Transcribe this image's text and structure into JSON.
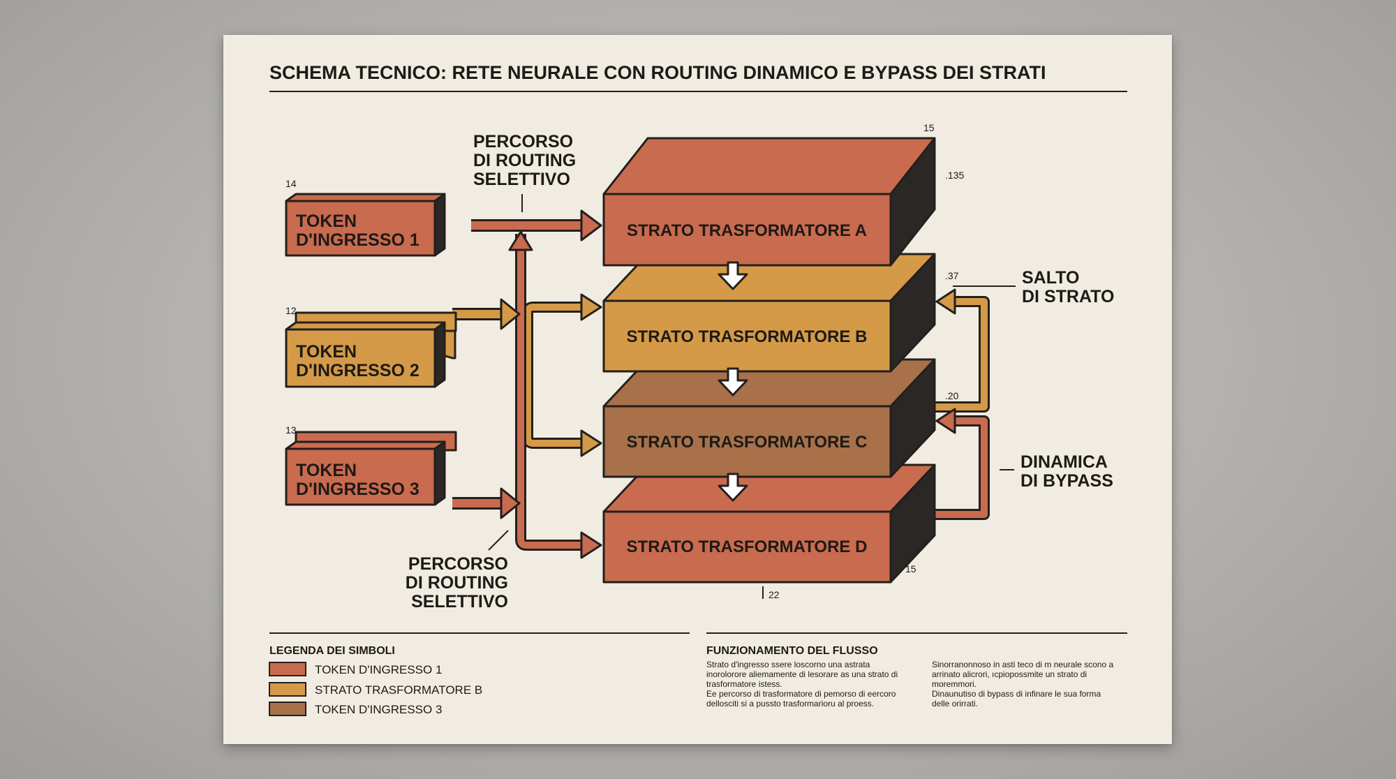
{
  "title": "SCHEMA TECNICO: RETE NEURALE CON ROUTING DINAMICO E BYPASS DEI STRATI",
  "colors": {
    "terracotta": "#c96b4f",
    "ochre": "#d59a47",
    "brown": "#a8714a",
    "dark": "#231f1c",
    "paper": "#f1ece2"
  },
  "tokens": [
    {
      "label_line1": "TOKEN",
      "label_line2": "D'INGRESSO 1",
      "number": "14"
    },
    {
      "label_line1": "TOKEN",
      "label_line2": "D'INGRESSO 2",
      "number": "12"
    },
    {
      "label_line1": "TOKEN",
      "label_line2": "D'INGRESSO 3",
      "number": "13"
    }
  ],
  "layers": [
    {
      "label": "STRATO TRASFORMATORE A"
    },
    {
      "label": "STRATO TRASFORMATORE B"
    },
    {
      "label": "STRATO TRASFORMATORE C"
    },
    {
      "label": "STRATO TRASFORMATORE D"
    }
  ],
  "annotations": {
    "routing_top": [
      "PERCORSO",
      "DI ROUTING",
      "SELETTIVO"
    ],
    "routing_bottom": [
      "PERCORSO",
      "DI ROUTING",
      "SELETTIVO"
    ],
    "skip": [
      "SALTO",
      "DI STRATO"
    ],
    "bypass": [
      "DINAMICA",
      "DI BYPASS"
    ],
    "num_top": "15",
    "num_135": ".135",
    "num_37": ".37",
    "num_20": ".20",
    "num_d": "15",
    "num_22": "22"
  },
  "legend": {
    "title": "LEGENDA DEI SIMBOLI",
    "items": [
      {
        "label": "TOKEN D'INGRESSO 1",
        "color": "#c96b4f"
      },
      {
        "label": "STRATO TRASFORMATORE B",
        "color": "#d59a47"
      },
      {
        "label": "TOKEN D'INGRESSO 3",
        "color": "#a8714a"
      }
    ]
  },
  "flow": {
    "title": "FUNZIONAMENTO DEL FLUSSO",
    "col1": [
      "Strato d'ingresso ssere loscorno una astrata",
      "inorolororе aliemamente di lesorare as una strato di",
      "trasformatore istess.",
      "Ee  percorso di trasformatore di pemorso di eercoro",
      "dellosciti si a pussto trasformarioru al proess."
    ],
    "col2": [
      "Sinorranonnoso in asti teco di m neurale scono a",
      "arrinato alicrori, ıcpiopossmite un strato di",
      "moremmori.",
      "Dinaunutiso di bypass di infinare le sua forma",
      "delle orirrati."
    ]
  }
}
